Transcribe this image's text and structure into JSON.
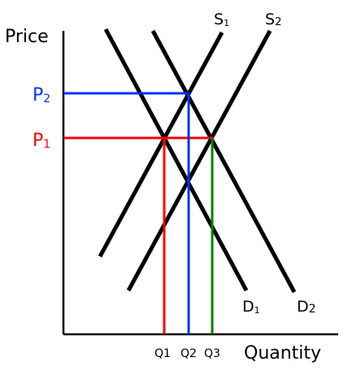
{
  "axes": {
    "y_label": "Price",
    "x_label": "Quantity"
  },
  "curves": {
    "supply_1": "S",
    "supply_1_sub": "1",
    "supply_2": "S",
    "supply_2_sub": "2",
    "demand_1": "D",
    "demand_1_sub": "1",
    "demand_2": "D",
    "demand_2_sub": "2"
  },
  "price_labels": {
    "p2": "P",
    "p2_sub": "2",
    "p1": "P",
    "p1_sub": "1"
  },
  "quantity_labels": {
    "q1": "Q1",
    "q2": "Q2",
    "q3": "Q3"
  },
  "colors": {
    "axis": "#000000",
    "curves": "#000000",
    "p1_line": "#ff0000",
    "p2_line": "#0033ff",
    "q3_line": "#008000"
  }
}
